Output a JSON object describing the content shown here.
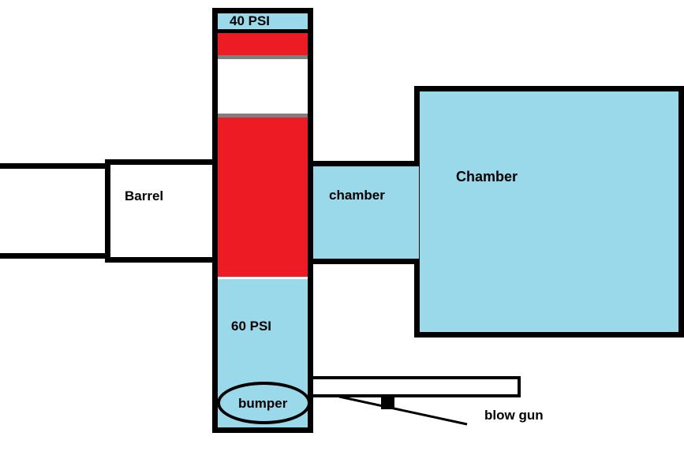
{
  "diagram": {
    "labels": {
      "top_pressure": "40 PSI",
      "barrel": "Barrel",
      "pilot_chamber": "chamber",
      "main_chamber": "Chamber",
      "bottom_pressure": "60 PSI",
      "bumper": "bumper",
      "blow_gun": "blow gun"
    },
    "colors": {
      "air_blue": "#99D9EA",
      "piston_red": "#ED1C24",
      "seal_gray": "#7F7F7F",
      "outline_black": "#000000",
      "background_white": "#FFFFFF"
    }
  }
}
